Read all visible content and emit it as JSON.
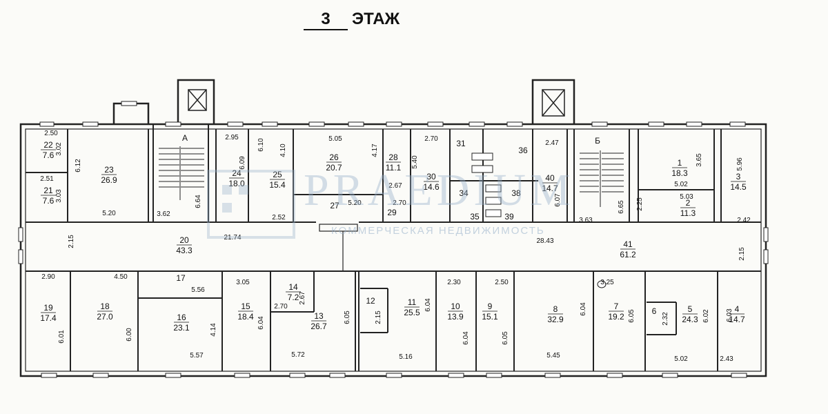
{
  "floor_title": {
    "number": "3",
    "word": "ЭТАЖ"
  },
  "watermark": {
    "brand": "PRAEDIUM",
    "tagline": "КОММЕРЧЕСКАЯ НЕДВИЖИМОСТЬ"
  },
  "stairs": {
    "a": "А",
    "b": "Б"
  },
  "rooms": [
    {
      "num": "1",
      "area": "18.3"
    },
    {
      "num": "2",
      "area": "11.3"
    },
    {
      "num": "3",
      "area": "14.5"
    },
    {
      "num": "4",
      "area": "14.7"
    },
    {
      "num": "5",
      "area": "24.3"
    },
    {
      "num": "6",
      "area": ""
    },
    {
      "num": "7",
      "area": "19.2"
    },
    {
      "num": "8",
      "area": "32.9"
    },
    {
      "num": "9",
      "area": "15.1"
    },
    {
      "num": "10",
      "area": "13.9"
    },
    {
      "num": "11",
      "area": "25.5"
    },
    {
      "num": "12",
      "area": ""
    },
    {
      "num": "13",
      "area": "26.7"
    },
    {
      "num": "14",
      "area": "7.2"
    },
    {
      "num": "15",
      "area": "18.4"
    },
    {
      "num": "16",
      "area": "23.1"
    },
    {
      "num": "17",
      "area": ""
    },
    {
      "num": "18",
      "area": "27.0"
    },
    {
      "num": "19",
      "area": "17.4"
    },
    {
      "num": "20",
      "area": "43.3"
    },
    {
      "num": "21",
      "area": "7.6"
    },
    {
      "num": "22",
      "area": "7.6"
    },
    {
      "num": "23",
      "area": "26.9"
    },
    {
      "num": "24",
      "area": "18.0"
    },
    {
      "num": "25",
      "area": "15.4"
    },
    {
      "num": "26",
      "area": "20.7"
    },
    {
      "num": "27",
      "area": ""
    },
    {
      "num": "28",
      "area": "11.1"
    },
    {
      "num": "29",
      "area": ""
    },
    {
      "num": "30",
      "area": "14.6"
    },
    {
      "num": "31",
      "area": ""
    },
    {
      "num": "34",
      "area": ""
    },
    {
      "num": "35",
      "area": ""
    },
    {
      "num": "36",
      "area": ""
    },
    {
      "num": "38",
      "area": ""
    },
    {
      "num": "39",
      "area": ""
    },
    {
      "num": "40",
      "area": "14.7"
    },
    {
      "num": "41",
      "area": "61.2"
    }
  ],
  "dimensions": [
    "2.50",
    "3.02",
    "2.51",
    "3.03",
    "6.12",
    "5.20",
    "3.62",
    "6.64",
    "2.95",
    "6.09",
    "6.10",
    "2.52",
    "4.10",
    "5.05",
    "5.20",
    "4.17",
    "2.67",
    "5.40",
    "2.70",
    "2.70",
    "2.47",
    "6.07",
    "3.63",
    "6.65",
    "3.65",
    "5.02",
    "5.03",
    "2.25",
    "5.96",
    "2.42",
    "2.15",
    "21.74",
    "28.43",
    "2.15",
    "2.90",
    "4.50",
    "5.56",
    "3.05",
    "2.70",
    "2.67",
    "6.01",
    "6.00",
    "4.14",
    "5.57",
    "6.04",
    "5.72",
    "6.05",
    "2.15",
    "6.04",
    "5.16",
    "2.30",
    "2.50",
    "6.04",
    "6.05",
    "6.04",
    "5.45",
    "3.25",
    "6.05",
    "2.32",
    "6.02",
    "6.03",
    "5.02",
    "2.43"
  ]
}
